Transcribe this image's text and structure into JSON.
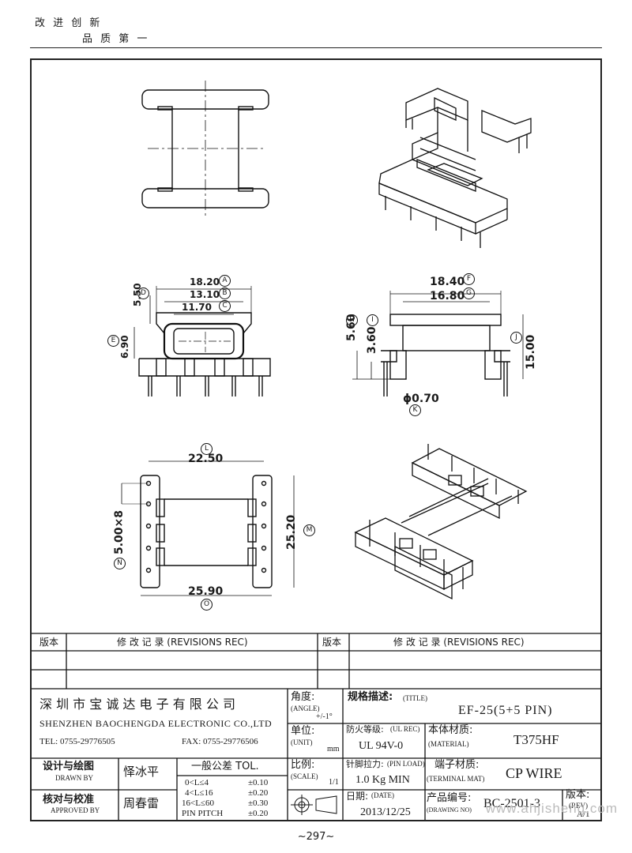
{
  "header": {
    "line1": "改 进 创 新",
    "line2": "品 质 第 一"
  },
  "dimensions": {
    "front_width_A": "18.20",
    "front_width_B": "13.10",
    "front_width_C": "11.70",
    "front_height_D": "5.50",
    "front_height_E": "6.90",
    "side_width_F": "18.40",
    "side_width_G": "16.80",
    "side_height_H": "5.60",
    "side_height_I": "3.60",
    "side_height_J": "15.00",
    "pin_dia_K": "ϕ0.70",
    "bottom_L": "22.50",
    "bottom_M": "25.20",
    "bottom_N": "5.00×8",
    "bottom_O": "25.90"
  },
  "markers": {
    "A": "A",
    "B": "B",
    "C": "C",
    "D": "D",
    "E": "E",
    "F": "F",
    "G": "G",
    "H": "H",
    "I": "I",
    "J": "J",
    "K": "K",
    "L": "L",
    "M": "M",
    "N": "N",
    "O": "O"
  },
  "revisions": {
    "version_label_left": "版本",
    "record_label_left": "修  改  记  录   (REVISIONS REC)",
    "version_label_right": "版本",
    "record_label_right": "修  改  记  录   (REVISIONS REC)"
  },
  "title_block": {
    "company_cn": "深 圳 市 宝 诚 达 电 子 有 限 公 司",
    "company_en": "SHENZHEN BAOCHENGDA ELECTRONIC CO.,LTD",
    "tel": "TEL: 0755-29776505",
    "fax": "FAX: 0755-29776506",
    "angle_label": "角度:",
    "angle_en": "(ANGLE)",
    "angle_value": "+/-1°",
    "unit_label": "单位:",
    "unit_en": "(UNIT)",
    "unit_value": "mm",
    "scale_label": "比例:",
    "scale_en": "(SCALE)",
    "scale_value": "1/1",
    "title_label": "规格描述:",
    "title_en": "(TITLE)",
    "title_value": "EF-25(5+5 PIN)",
    "fire_label": "防火等级:",
    "fire_en": "(UL REC)",
    "fire_value": "UL 94V-0",
    "material_label": "本体材质:",
    "material_en": "(MATERIAL)",
    "material_value": "T375HF",
    "pin_load_label": "针脚拉力:",
    "pin_load_en": "(PIN LOAD)",
    "pin_load_value": "1.0 Kg MIN",
    "terminal_label": "端子材质:",
    "terminal_en": "(TERMINAL MAT)",
    "terminal_value": "CP WIRE",
    "date_label": "日期:",
    "date_en": "(DATE)",
    "date_value": "2013/12/25",
    "drawing_no_label": "产品编号:",
    "drawing_no_en": "(DRAWING NO)",
    "drawing_no_value": "BC-2501-3",
    "rev_label": "版本:",
    "rev_en": "(REV)",
    "rev_value": "A/1",
    "drawn_label": "设计与绘图",
    "drawn_en": "DRAWN BY",
    "drawn_name": "怿冰平",
    "approved_label": "核对与校准",
    "approved_en": "APPROVED BY",
    "approved_name": "周春雷",
    "tol_title": "一般公差 TOL.",
    "tol_rows": [
      {
        "range": "0<L≤4",
        "value": "±0.10"
      },
      {
        "range": "4<L≤16",
        "value": "±0.20"
      },
      {
        "range": "16<L≤60",
        "value": "±0.30"
      },
      {
        "range": "PIN PITCH",
        "value": "±0.20"
      }
    ]
  },
  "page_number": "~297~",
  "watermark": "www.ahjisheng.com"
}
